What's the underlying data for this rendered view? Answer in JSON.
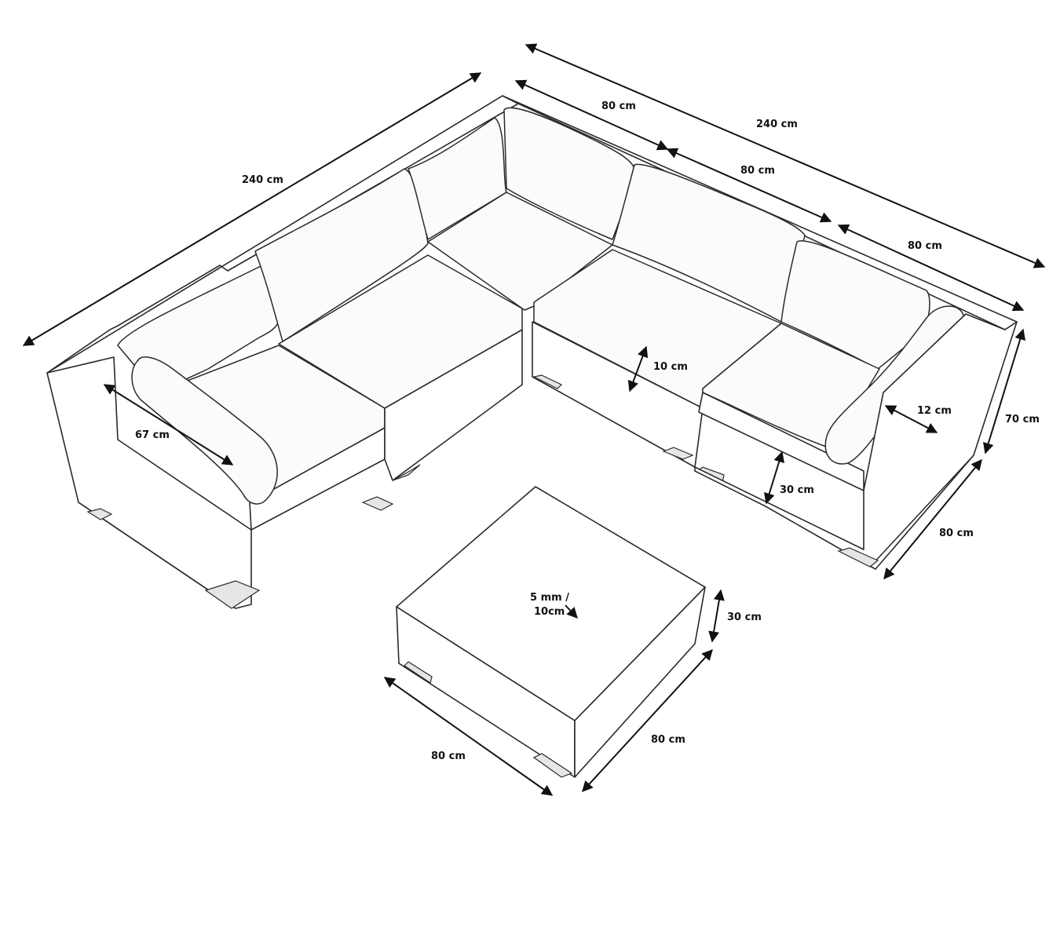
{
  "dimensions": {
    "left_total": "240 cm",
    "top_total": "240 cm",
    "top_seg1": "80 cm",
    "top_seg2": "80 cm",
    "top_seg3": "80 cm",
    "seat_depth": "67 cm",
    "cushion_thickness": "10 cm",
    "armrest_width": "12 cm",
    "sofa_height": "70 cm",
    "seat_height": "30 cm",
    "module_depth": "80 cm",
    "table_glass_line1": "5 mm /",
    "table_glass_line2": "10cm",
    "table_height": "30 cm",
    "table_width": "80 cm",
    "table_depth": "80 cm"
  },
  "colors": {
    "line": "#2a2a2a",
    "arrow": "#111111",
    "background": "#ffffff"
  }
}
